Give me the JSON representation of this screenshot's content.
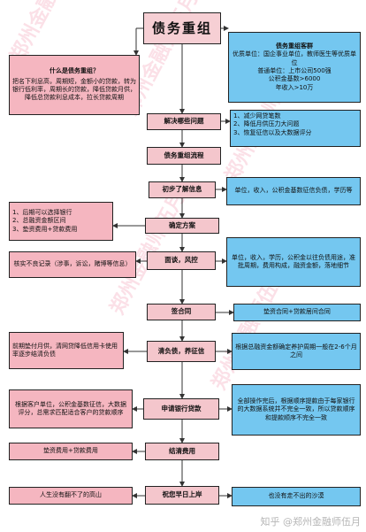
{
  "title": "债务重组",
  "watermark": "郑州金融师伍月",
  "footer_watermark": "知乎 @郑州金融师伍月",
  "what_is": {
    "heading": "什么是债务重组？",
    "body": "把名下利息高，周期短，金额小的贷款，转为银行低利率，周期长的贷款，降低贷款月供，降低总贷款利息成本，拉长贷款周期"
  },
  "target_customers": {
    "heading": "债务重组客群",
    "lines": [
      "优质单位：国企事业单位，教师医生等优质单位",
      "普通单位：上市公司500强",
      "公积金基数>6000",
      "年收入>10万"
    ]
  },
  "problems_solved": {
    "lines": [
      "1、减少网贷笔数",
      "2、降低月供压力大问题",
      "3、恢复征信以及大数据评分"
    ]
  },
  "flow_steps": [
    "解决哪些问题",
    "债务重组流程",
    "初步了解信息",
    "确定方案",
    "面谈，风控",
    "签合同",
    "清负债，养征信",
    "申请银行贷款",
    "结清费用",
    "祝您早日上岸"
  ],
  "right_notes": {
    "understand": "单位，收入，公积金基数征信负债，学历等",
    "interview": "单位，收入，学历，公积金以往负债用途，准批周期，费用构成，融资金额，落地细节",
    "contract": "垫资合同+贷款居间合同",
    "clear_debt": "根据总融资金额确定养护周期一般在2-6个月之间",
    "apply_loan": "全部操作完后，根据顺序提款由于每家银行的大数据系统并不完全一致，所以贷款顺序和提款顺序不完全一致",
    "landing": "也没有走不出的沙漠"
  },
  "left_notes": {
    "plan": "1、后期可以选择银行\n2、总融资金额区间\n3、垫资费用+贷款费用",
    "interview": "核实不良记录（涉事，诉讼，赌博等信息）",
    "clear_debt": "前期垫付月供，清网贷降低信用卡使用率逐步结清负债",
    "apply_loan": "根据客户单位，公积金基数征信，大数据评分，总需求匹配适合客户的贷款顺序",
    "settle": "垫资费用+贷款费用",
    "landing": "人生没有翻不了的高山"
  }
}
